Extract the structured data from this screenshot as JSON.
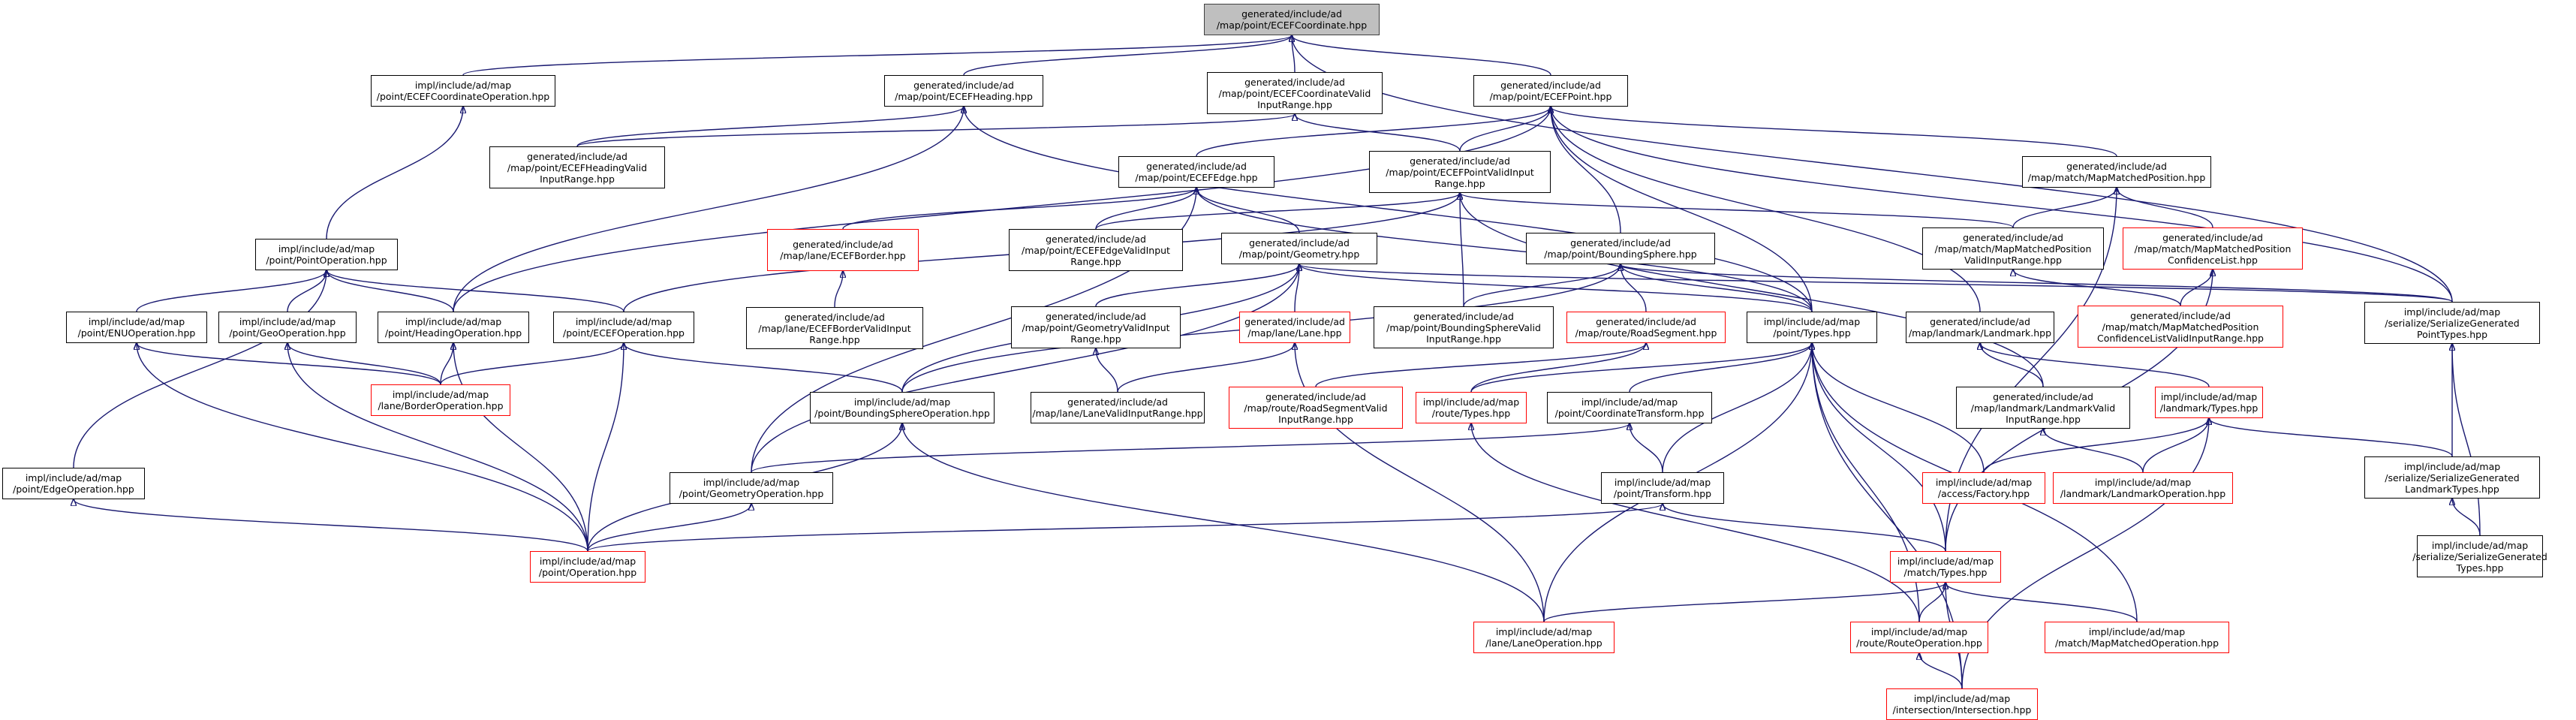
{
  "colors": {
    "edge": "#191970",
    "border": "#000000",
    "incomplete_border": "#ff0000",
    "root_fill": "#bfbfbf"
  },
  "nodes": [
    {
      "id": "root",
      "lines": [
        "generated/include/ad",
        "/map/point/ECEFCoordinate.hpp"
      ],
      "style": "root"
    },
    {
      "id": "ecefCoordOp",
      "lines": [
        "impl/include/ad/map",
        "/point/ECEFCoordinateOperation.hpp"
      ]
    },
    {
      "id": "ecefHeading",
      "lines": [
        "generated/include/ad",
        "/map/point/ECEFHeading.hpp"
      ]
    },
    {
      "id": "ecefCoordValid",
      "lines": [
        "generated/include/ad",
        "/map/point/ECEFCoordinateValid",
        "InputRange.hpp"
      ]
    },
    {
      "id": "ecefPoint",
      "lines": [
        "generated/include/ad",
        "/map/point/ECEFPoint.hpp"
      ]
    },
    {
      "id": "ecefHeadingValid",
      "lines": [
        "generated/include/ad",
        "/map/point/ECEFHeadingValid",
        "InputRange.hpp"
      ]
    },
    {
      "id": "ecefEdge",
      "lines": [
        "generated/include/ad",
        "/map/point/ECEFEdge.hpp"
      ]
    },
    {
      "id": "ecefPointValid",
      "lines": [
        "generated/include/ad",
        "/map/point/ECEFPointValidInput",
        "Range.hpp"
      ]
    },
    {
      "id": "mapMatchedPos",
      "lines": [
        "generated/include/ad",
        "/map/match/MapMatchedPosition.hpp"
      ]
    },
    {
      "id": "pointOp",
      "lines": [
        "impl/include/ad/map",
        "/point/PointOperation.hpp"
      ]
    },
    {
      "id": "ecefBorder",
      "lines": [
        "generated/include/ad",
        "/map/lane/ECEFBorder.hpp"
      ],
      "style": "red"
    },
    {
      "id": "ecefEdgeValid",
      "lines": [
        "generated/include/ad",
        "/map/point/ECEFEdgeValidInput",
        "Range.hpp"
      ]
    },
    {
      "id": "geometry",
      "lines": [
        "generated/include/ad",
        "/map/point/Geometry.hpp"
      ]
    },
    {
      "id": "boundingSphere",
      "lines": [
        "generated/include/ad",
        "/map/point/BoundingSphere.hpp"
      ]
    },
    {
      "id": "mmpValid",
      "lines": [
        "generated/include/ad",
        "/map/match/MapMatchedPosition",
        "ValidInputRange.hpp"
      ]
    },
    {
      "id": "mmpConfList",
      "lines": [
        "generated/include/ad",
        "/map/match/MapMatchedPosition",
        "ConfidenceList.hpp"
      ],
      "style": "red"
    },
    {
      "id": "enuOp",
      "lines": [
        "impl/include/ad/map",
        "/point/ENUOperation.hpp"
      ]
    },
    {
      "id": "geoOp",
      "lines": [
        "impl/include/ad/map",
        "/point/GeoOperation.hpp"
      ]
    },
    {
      "id": "headingOp",
      "lines": [
        "impl/include/ad/map",
        "/point/HeadingOperation.hpp"
      ]
    },
    {
      "id": "ecefOp",
      "lines": [
        "impl/include/ad/map",
        "/point/ECEFOperation.hpp"
      ]
    },
    {
      "id": "ecefBorderValid",
      "lines": [
        "generated/include/ad",
        "/map/lane/ECEFBorderValidInput",
        "Range.hpp"
      ]
    },
    {
      "id": "geometryValid",
      "lines": [
        "generated/include/ad",
        "/map/point/GeometryValidInput",
        "Range.hpp"
      ]
    },
    {
      "id": "lane",
      "lines": [
        "generated/include/ad",
        "/map/lane/Lane.hpp"
      ],
      "style": "red"
    },
    {
      "id": "bsValid",
      "lines": [
        "generated/include/ad",
        "/map/point/BoundingSphereValid",
        "InputRange.hpp"
      ]
    },
    {
      "id": "roadSegment",
      "lines": [
        "generated/include/ad",
        "/map/route/RoadSegment.hpp"
      ],
      "style": "red"
    },
    {
      "id": "pointTypes",
      "lines": [
        "impl/include/ad/map",
        "/point/Types.hpp"
      ]
    },
    {
      "id": "landmark",
      "lines": [
        "generated/include/ad",
        "/map/landmark/Landmark.hpp"
      ]
    },
    {
      "id": "mmpConfListValid",
      "lines": [
        "generated/include/ad",
        "/map/match/MapMatchedPosition",
        "ConfidenceListValidInputRange.hpp"
      ],
      "style": "red"
    },
    {
      "id": "serPointTypes",
      "lines": [
        "impl/include/ad/map",
        "/serialize/SerializeGenerated",
        "PointTypes.hpp"
      ]
    },
    {
      "id": "borderOp",
      "lines": [
        "impl/include/ad/map",
        "/lane/BorderOperation.hpp"
      ],
      "style": "red"
    },
    {
      "id": "bsOp",
      "lines": [
        "impl/include/ad/map",
        "/point/BoundingSphereOperation.hpp"
      ]
    },
    {
      "id": "laneValid",
      "lines": [
        "generated/include/ad",
        "/map/lane/LaneValidInputRange.hpp"
      ]
    },
    {
      "id": "roadSegValid",
      "lines": [
        "generated/include/ad",
        "/map/route/RoadSegmentValid",
        "InputRange.hpp"
      ],
      "style": "red"
    },
    {
      "id": "routeTypes",
      "lines": [
        "impl/include/ad/map",
        "/route/Types.hpp"
      ],
      "style": "red"
    },
    {
      "id": "coordTransform",
      "lines": [
        "impl/include/ad/map",
        "/point/CoordinateTransform.hpp"
      ]
    },
    {
      "id": "landmarkValid",
      "lines": [
        "generated/include/ad",
        "/map/landmark/LandmarkValid",
        "InputRange.hpp"
      ]
    },
    {
      "id": "landmarkTypes",
      "lines": [
        "impl/include/ad/map",
        "/landmark/Types.hpp"
      ],
      "style": "red"
    },
    {
      "id": "edgeOp",
      "lines": [
        "impl/include/ad/map",
        "/point/EdgeOperation.hpp"
      ]
    },
    {
      "id": "geometryOp",
      "lines": [
        "impl/include/ad/map",
        "/point/GeometryOperation.hpp"
      ]
    },
    {
      "id": "transform",
      "lines": [
        "impl/include/ad/map",
        "/point/Transform.hpp"
      ]
    },
    {
      "id": "factory",
      "lines": [
        "impl/include/ad/map",
        "/access/Factory.hpp"
      ],
      "style": "red"
    },
    {
      "id": "landmarkOp",
      "lines": [
        "impl/include/ad/map",
        "/landmark/LandmarkOperation.hpp"
      ],
      "style": "red"
    },
    {
      "id": "serLandmarkTypes",
      "lines": [
        "impl/include/ad/map",
        "/serialize/SerializeGenerated",
        "LandmarkTypes.hpp"
      ]
    },
    {
      "id": "serTypes",
      "lines": [
        "impl/include/ad/map",
        "/serialize/SerializeGenerated",
        "Types.hpp"
      ]
    },
    {
      "id": "pointOperation",
      "lines": [
        "impl/include/ad/map",
        "/point/Operation.hpp"
      ],
      "style": "red"
    },
    {
      "id": "matchTypes",
      "lines": [
        "impl/include/ad/map",
        "/match/Types.hpp"
      ],
      "style": "red"
    },
    {
      "id": "laneOp",
      "lines": [
        "impl/include/ad/map",
        "/lane/LaneOperation.hpp"
      ],
      "style": "red"
    },
    {
      "id": "routeOp",
      "lines": [
        "impl/include/ad/map",
        "/route/RouteOperation.hpp"
      ],
      "style": "red"
    },
    {
      "id": "mmOp",
      "lines": [
        "impl/include/ad/map",
        "/match/MapMatchedOperation.hpp"
      ],
      "style": "red"
    },
    {
      "id": "intersection",
      "lines": [
        "impl/include/ad/map",
        "/intersection/Intersection.hpp"
      ],
      "style": "red"
    }
  ],
  "edges": [
    [
      "ecefCoordOp",
      "root"
    ],
    [
      "ecefHeading",
      "root"
    ],
    [
      "ecefCoordValid",
      "root"
    ],
    [
      "ecefPoint",
      "root"
    ],
    [
      "serPointTypes",
      "root"
    ],
    [
      "pointOp",
      "ecefCoordOp"
    ],
    [
      "ecefHeadingValid",
      "ecefHeading"
    ],
    [
      "headingOp",
      "ecefHeading"
    ],
    [
      "pointTypes",
      "ecefHeading"
    ],
    [
      "ecefPointValid",
      "ecefCoordValid"
    ],
    [
      "ecefHeadingValid",
      "ecefCoordValid"
    ],
    [
      "ecefEdge",
      "ecefPoint"
    ],
    [
      "ecefPointValid",
      "ecefPoint"
    ],
    [
      "mapMatchedPos",
      "ecefPoint"
    ],
    [
      "headingOp",
      "ecefPoint"
    ],
    [
      "boundingSphere",
      "ecefPoint"
    ],
    [
      "pointTypes",
      "ecefPoint"
    ],
    [
      "landmark",
      "ecefPoint"
    ],
    [
      "serPointTypes",
      "ecefPoint"
    ],
    [
      "ecefBorder",
      "ecefEdge"
    ],
    [
      "ecefEdgeValid",
      "ecefEdge"
    ],
    [
      "geometry",
      "ecefEdge"
    ],
    [
      "geometryOp",
      "ecefEdge"
    ],
    [
      "pointTypes",
      "ecefEdge"
    ],
    [
      "ecefEdgeValid",
      "ecefPointValid"
    ],
    [
      "bsValid",
      "ecefPointValid"
    ],
    [
      "mmpValid",
      "ecefPointValid"
    ],
    [
      "landmarkValid",
      "ecefPointValid"
    ],
    [
      "ecefOp",
      "ecefPointValid"
    ],
    [
      "mmpValid",
      "mapMatchedPos"
    ],
    [
      "mmpConfList",
      "mapMatchedPos"
    ],
    [
      "matchTypes",
      "mapMatchedPos"
    ],
    [
      "enuOp",
      "pointOp"
    ],
    [
      "geoOp",
      "pointOp"
    ],
    [
      "headingOp",
      "pointOp"
    ],
    [
      "ecefOp",
      "pointOp"
    ],
    [
      "edgeOp",
      "pointOp"
    ],
    [
      "ecefBorderValid",
      "ecefBorder"
    ],
    [
      "geometryValid",
      "geometry"
    ],
    [
      "lane",
      "geometry"
    ],
    [
      "bsOp",
      "geometry"
    ],
    [
      "geometryOp",
      "geometry"
    ],
    [
      "pointTypes",
      "geometry"
    ],
    [
      "serPointTypes",
      "geometry"
    ],
    [
      "bsValid",
      "boundingSphere"
    ],
    [
      "roadSegment",
      "boundingSphere"
    ],
    [
      "pointTypes",
      "boundingSphere"
    ],
    [
      "bsOp",
      "boundingSphere"
    ],
    [
      "serPointTypes",
      "boundingSphere"
    ],
    [
      "mmpConfListValid",
      "mmpValid"
    ],
    [
      "mmpConfListValid",
      "mmpConfList"
    ],
    [
      "matchTypes",
      "mmpConfList"
    ],
    [
      "borderOp",
      "enuOp"
    ],
    [
      "pointOperation",
      "enuOp"
    ],
    [
      "borderOp",
      "geoOp"
    ],
    [
      "pointOperation",
      "geoOp"
    ],
    [
      "borderOp",
      "headingOp"
    ],
    [
      "pointOperation",
      "headingOp"
    ],
    [
      "borderOp",
      "ecefOp"
    ],
    [
      "bsOp",
      "ecefOp"
    ],
    [
      "pointOperation",
      "ecefOp"
    ],
    [
      "laneValid",
      "geometryValid"
    ],
    [
      "laneValid",
      "lane"
    ],
    [
      "laneOp",
      "lane"
    ],
    [
      "roadSegValid",
      "roadSegment"
    ],
    [
      "routeTypes",
      "roadSegment"
    ],
    [
      "coordTransform",
      "pointTypes"
    ],
    [
      "transform",
      "pointTypes"
    ],
    [
      "routeTypes",
      "pointTypes"
    ],
    [
      "factory",
      "pointTypes"
    ],
    [
      "matchTypes",
      "pointTypes"
    ],
    [
      "laneOp",
      "pointTypes"
    ],
    [
      "routeOp",
      "pointTypes"
    ],
    [
      "mmOp",
      "pointTypes"
    ],
    [
      "intersection",
      "pointTypes"
    ],
    [
      "landmarkValid",
      "landmark"
    ],
    [
      "landmarkTypes",
      "landmark"
    ],
    [
      "pointOperation",
      "bsOp"
    ],
    [
      "laneOp",
      "bsOp"
    ],
    [
      "routeOp",
      "routeTypes"
    ],
    [
      "transform",
      "coordTransform"
    ],
    [
      "geometryOp",
      "coordTransform"
    ],
    [
      "landmarkOp",
      "landmarkValid"
    ],
    [
      "factory",
      "landmarkTypes"
    ],
    [
      "landmarkOp",
      "landmarkTypes"
    ],
    [
      "serLandmarkTypes",
      "landmarkTypes"
    ],
    [
      "intersection",
      "landmarkTypes"
    ],
    [
      "pointOperation",
      "geometryOp"
    ],
    [
      "pointOperation",
      "edgeOp"
    ],
    [
      "pointOperation",
      "transform"
    ],
    [
      "matchTypes",
      "transform"
    ],
    [
      "serLandmarkTypes",
      "serPointTypes"
    ],
    [
      "serTypes",
      "serPointTypes"
    ],
    [
      "serTypes",
      "serLandmarkTypes"
    ],
    [
      "laneOp",
      "matchTypes"
    ],
    [
      "routeOp",
      "matchTypes"
    ],
    [
      "mmOp",
      "matchTypes"
    ],
    [
      "intersection",
      "matchTypes"
    ],
    [
      "intersection",
      "routeOp"
    ]
  ]
}
